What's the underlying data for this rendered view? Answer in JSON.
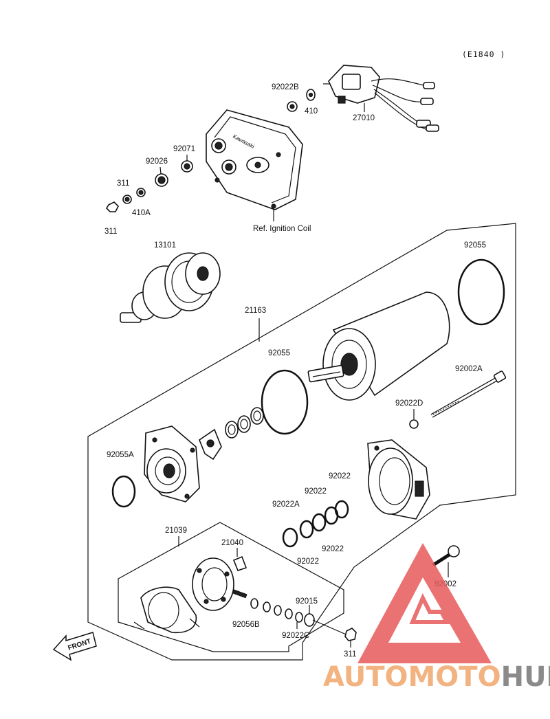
{
  "diagram_code": "(E1840 )",
  "reference_note": "Ref. Ignition Coil",
  "front_label": "FRONT",
  "watermark": {
    "text_part1": "AUTOMOTO",
    "text_part2": "HUB",
    "color_part1": "#f2b380",
    "color_part2": "#8a8a8a",
    "triangle_color": "#e85a5a"
  },
  "callouts": {
    "p92022B": "92022B",
    "p410": "410",
    "p27010": "27010",
    "p92071": "92071",
    "p92026": "92026",
    "p311_top": "311",
    "p410A": "410A",
    "p311_bottom": "311",
    "p13101": "13101",
    "p92055_top": "92055",
    "p21163": "21163",
    "p92055_mid": "92055",
    "p92002A": "92002A",
    "p92022D": "92022D",
    "p92055A": "92055A",
    "p92022_a": "92022",
    "p92022_b": "92022",
    "p92022A": "92022A",
    "p92022_c": "92022",
    "p92022_d": "92022",
    "p21039": "21039",
    "p21040": "21040",
    "p92002": "92002",
    "p92015": "92015",
    "p92056B": "92056B",
    "p92022C": "92022C",
    "p311_right": "311"
  }
}
